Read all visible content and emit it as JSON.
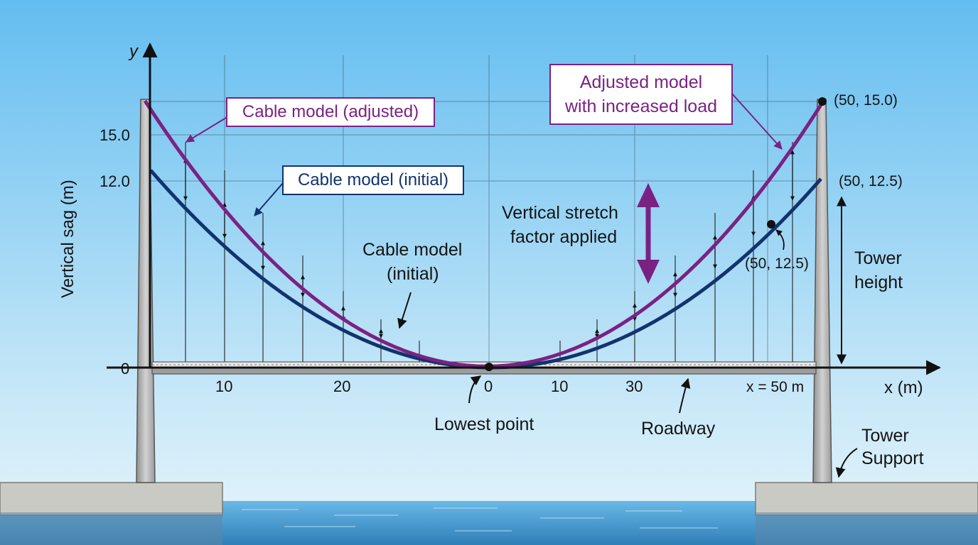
{
  "axes": {
    "y_label": "y",
    "x_label": "x (m)",
    "y_title": "Vertical sag (m)",
    "y_ticks": [
      "15.0",
      "12.0",
      "0"
    ],
    "x_ticks": [
      "10",
      "20",
      "0",
      "10",
      "30"
    ],
    "x_end_label": "x = 50 m"
  },
  "callouts": {
    "adjusted_box": "Cable model (adjusted)",
    "initial_box": "Cable model (initial)",
    "increased_load_line1": "Adjusted model",
    "increased_load_line2": "with increased load",
    "initial_inline_line1": "Cable model",
    "initial_inline_line2": "(initial)",
    "stretch_line1": "Vertical stretch",
    "stretch_line2": "factor applied",
    "lowest_point": "Lowest point",
    "roadway": "Roadway",
    "tower_height_line1": "Tower",
    "tower_height_line2": "height",
    "tower_support_line1": "Tower",
    "tower_support_line2": "Support"
  },
  "points": {
    "top_right": "(50, 15.0)",
    "right_initial": "(50, 12.5)",
    "mid_marker": "(50, 12.5)"
  },
  "colors": {
    "adjusted_cable": "#7a2282",
    "initial_cable": "#12336e",
    "sky_top": "#63bdf0",
    "sky_bottom": "#dff1fb",
    "water": "#3f8ec4",
    "concrete": "#c9c9c4"
  }
}
